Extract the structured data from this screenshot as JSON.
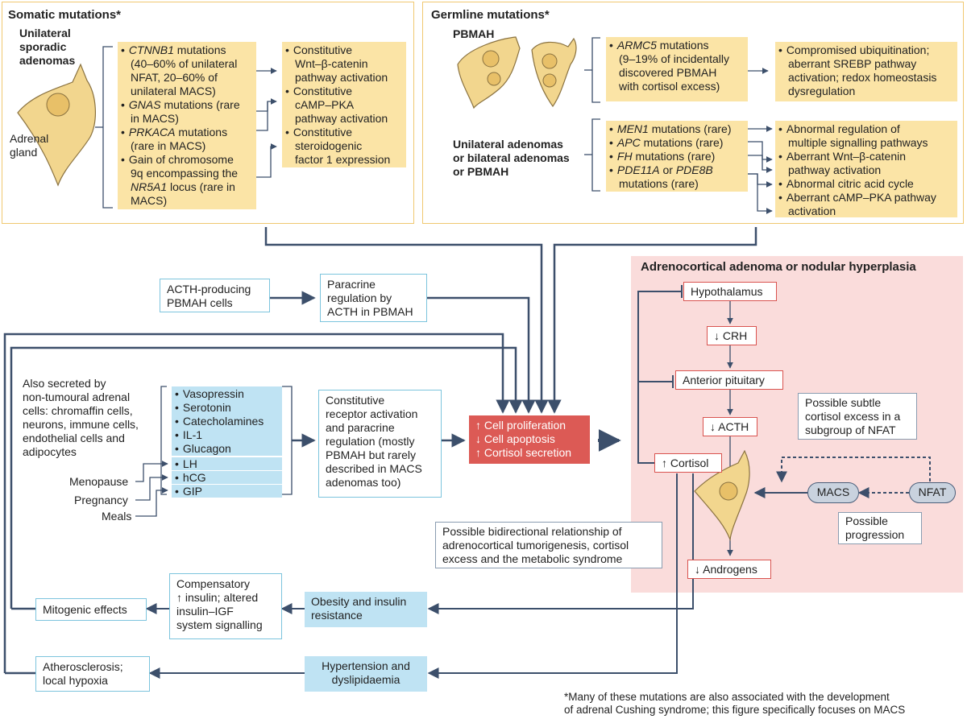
{
  "somatic": {
    "title": "Somatic mutations*",
    "subtitle": [
      "Unilateral",
      "sporadic",
      "adenomas"
    ],
    "gland_label": [
      "Adrenal",
      "gland"
    ],
    "mutations": [
      {
        "gene": "CTNNB1",
        "rest": " mutations",
        "lines": [
          "(40–60% of unilateral",
          "NFAT, 20–60% of",
          "unilateral MACS)"
        ]
      },
      {
        "gene": "GNAS",
        "rest": " mutations (rare",
        "lines": [
          "in MACS)"
        ]
      },
      {
        "gene": "PRKACA",
        "rest": " mutations",
        "lines": [
          "(rare in MACS)"
        ]
      },
      {
        "gene": "",
        "rest": "Gain of chromosome",
        "lines": [
          "9q encompassing the"
        ],
        "gene2": "NR5A1",
        "rest2": " locus (rare in",
        "lines2": [
          "MACS)"
        ]
      }
    ],
    "effects": [
      [
        "Constitutive",
        "Wnt–β-catenin",
        "pathway activation"
      ],
      [
        "Constitutive",
        "cAMP–PKA",
        "pathway activation"
      ],
      [
        "Constitutive",
        "steroidogenic",
        "factor 1 expression"
      ]
    ]
  },
  "germline": {
    "title": "Germline mutations*",
    "pbmah_label": "PBMAH",
    "armc5": {
      "gene": "ARMC5",
      "rest": " mutations",
      "lines": [
        "(9–19% of incidentally",
        "discovered PBMAH",
        "with cortisol excess)"
      ]
    },
    "armc5_effect": [
      "Compromised ubiquitination;",
      "aberrant SREBP pathway",
      "activation; redox homeostasis",
      "dysregulation"
    ],
    "subtitle2": [
      "Unilateral adenomas",
      "or bilateral adenomas",
      "or PBMAH"
    ],
    "mutations": [
      {
        "gene": "MEN1",
        "rest": " mutations (rare)"
      },
      {
        "gene": "APC",
        "rest": " mutations (rare)"
      },
      {
        "gene": "FH",
        "rest": " mutations (rare)"
      },
      {
        "gene": "PDE11A",
        "rest": " or ",
        "gene2": "PDE8B",
        "line2": "mutations (rare)"
      }
    ],
    "effects": [
      [
        "Abnormal regulation of",
        "multiple signalling pathways"
      ],
      [
        "Aberrant Wnt–β-catenin",
        "pathway activation"
      ],
      [
        "Abnormal citric acid cycle"
      ],
      [
        "Aberrant cAMP–PKA pathway",
        "activation"
      ]
    ]
  },
  "acth_cells": [
    "ACTH-producing",
    "PBMAH cells"
  ],
  "paracrine": [
    "Paracrine",
    "regulation by",
    "ACTH in PBMAH"
  ],
  "secreted_by": [
    "Also secreted by",
    "non-tumoural adrenal",
    "cells: chromaffin cells,",
    "neurons, immune cells,",
    "endothelial cells and",
    "adipocytes"
  ],
  "factors": [
    "Vasopressin",
    "Serotonin",
    "Catecholamines",
    "IL-1",
    "Glucagon",
    "LH",
    "hCG",
    "GIP"
  ],
  "triggers": [
    "Menopause",
    "Pregnancy",
    "Meals"
  ],
  "constitutive": [
    "Constitutive",
    "receptor activation",
    "and paracrine",
    "regulation (mostly",
    "PBMAH but rarely",
    "described in MACS",
    "adenomas too)"
  ],
  "outcome": [
    "↑ Cell proliferation",
    "↓ Cell apoptosis",
    "↑ Cortisol secretion"
  ],
  "adrenocortical": {
    "title": "Adrenocortical adenoma or nodular hyperplasia",
    "hypothalamus": "Hypothalamus",
    "crh": "↓ CRH",
    "pituitary": "Anterior pituitary",
    "acth": "↓ ACTH",
    "cortisol": "↑ Cortisol",
    "androgens": "↓ Androgens",
    "subtle": [
      "Possible subtle",
      "cortisol excess in a",
      "subgroup of NFAT"
    ],
    "macs": "MACS",
    "nfat": "NFAT",
    "progression": [
      "Possible",
      "progression"
    ]
  },
  "bidirectional": [
    "Possible bidirectional relationship of",
    "adrenocortical tumorigenesis, cortisol",
    "excess and the metabolic syndrome"
  ],
  "compensatory": [
    "Compensatory",
    "↑ insulin; altered",
    "insulin–IGF",
    "system signalling"
  ],
  "mitogenic": "Mitogenic effects",
  "obesity": [
    "Obesity and insulin",
    "resistance"
  ],
  "athero": [
    "Atherosclerosis;",
    "local hypoxia"
  ],
  "hypertension": [
    "Hypertension and",
    "dyslipidaemia"
  ],
  "footnote": [
    "*Many of these mutations are also associated with the development",
    "of adrenal Cushing syndrome; this figure specifically focuses on MACS"
  ],
  "colors": {
    "panel_border": "#f0c870",
    "yellow": "#fbe4a6",
    "blue": "#bfe3f3",
    "red": "#dc5a55",
    "pink": "#fadcdb",
    "line": "#3c4f6b"
  }
}
